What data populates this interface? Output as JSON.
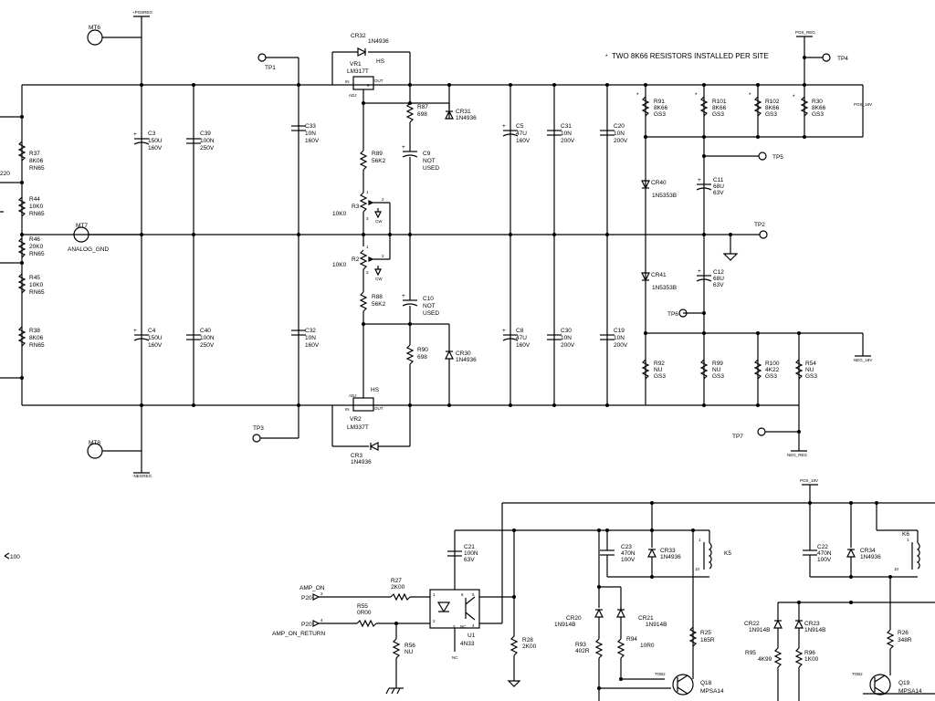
{
  "note": "TWO 8K66 RESISTORS INSTALLED PER SITE",
  "note_mark": "*",
  "pins": [
    {
      "id": "pin-tp1",
      "label": "TP1"
    },
    {
      "id": "pin-tp2",
      "label": "TP2"
    },
    {
      "id": "pin-tp3",
      "label": "TP3"
    },
    {
      "id": "pin-tp4",
      "label": "TP4"
    },
    {
      "id": "pin-tp5",
      "label": "TP5"
    },
    {
      "id": "pin-tp6",
      "label": "TP6"
    },
    {
      "id": "pin-tp7",
      "label": "TP7"
    },
    {
      "id": "pin-mt6",
      "label": "MT6"
    },
    {
      "id": "pin-mt7",
      "label": "MT7"
    },
    {
      "id": "pin-mt8",
      "label": "MT8"
    }
  ],
  "nets": {
    "analog_gnd": "ANALOG_GND",
    "posreg": "+POSREG",
    "negreg": "-NEGREG",
    "pos_reg": "POS_REG",
    "neg_reg": "NEG_REG",
    "pos_18v_a": "POS_18V",
    "pos_18v_b": "POS_18V",
    "neg_18v": "NEG_18V",
    "amp_on": "AMP_ON",
    "amp_on_return": "AMP_ON_RETURN",
    "p20_a": "P20",
    "p20_b": "P20",
    "left_220": "220",
    "left_100": "100",
    "nc": "NC"
  },
  "regulators": [
    {
      "ref": "VR1",
      "part": "LM317T",
      "hs": "HS",
      "adj": "ADJ",
      "in": "IN",
      "out": "OUT",
      "pin2": "2",
      "pin3": "3",
      "pin1": "1"
    },
    {
      "ref": "VR2",
      "part": "LM337T",
      "hs": "HS",
      "adj": "ADJ",
      "in": "IN",
      "out": "OUT",
      "pin2": "2",
      "pin3": "3",
      "pin1": "1"
    }
  ],
  "components": {
    "R37": [
      "R37",
      "8K06",
      "RN65"
    ],
    "R44": [
      "R44",
      "10K0",
      "RN65"
    ],
    "R46": [
      "R46",
      "20K0",
      "RN65"
    ],
    "R45": [
      "R45",
      "10K0",
      "RN65"
    ],
    "R38": [
      "R38",
      "8K06",
      "RN65"
    ],
    "C3": [
      "C3",
      "150U",
      "160V"
    ],
    "C4": [
      "C4",
      "150U",
      "160V"
    ],
    "C39": [
      "C39",
      "100N",
      "250V"
    ],
    "C40": [
      "C40",
      "100N",
      "250V"
    ],
    "C33": [
      "C33",
      "10N",
      "160V"
    ],
    "C32": [
      "C32",
      "10N",
      "160V"
    ],
    "CR32": [
      "CR32",
      "1N4936"
    ],
    "CR3": [
      "CR3",
      "1N4936"
    ],
    "R87": [
      "R87",
      "698"
    ],
    "R90": [
      "R90",
      "698"
    ],
    "CR31": [
      "CR31",
      "1N4936"
    ],
    "CR30": [
      "CR30",
      "1N4936"
    ],
    "R89": [
      "R89",
      "56K2"
    ],
    "R88": [
      "R88",
      "56K2"
    ],
    "C9": [
      "C9",
      "NOT",
      "USED"
    ],
    "C10": [
      "C10",
      "NOT",
      "USED"
    ],
    "R3": [
      "R3",
      "10K0"
    ],
    "R2": [
      "R2",
      "10K0"
    ],
    "C5": [
      "C5",
      "47U",
      "160V"
    ],
    "C8": [
      "C8",
      "47U",
      "160V"
    ],
    "C31": [
      "C31",
      "10N",
      "200V"
    ],
    "C30": [
      "C30",
      "10N",
      "200V"
    ],
    "C20": [
      "C20",
      "10N",
      "200V"
    ],
    "C19": [
      "C19",
      "10N",
      "200V"
    ],
    "R91": [
      "R91",
      "8K66",
      "GS3"
    ],
    "R101": [
      "R101",
      "8K66",
      "GS3"
    ],
    "R102": [
      "R102",
      "8K66",
      "GS3"
    ],
    "R30": [
      "R30",
      "8K66",
      "GS3"
    ],
    "CR40": [
      "CR40",
      "1N5353B"
    ],
    "CR41": [
      "CR41",
      "1N5353B"
    ],
    "C11": [
      "C11",
      "68U",
      "63V"
    ],
    "C12": [
      "C12",
      "68U",
      "63V"
    ],
    "R92": [
      "R92",
      "NU",
      "GS3"
    ],
    "R99": [
      "R99",
      "NU",
      "GS3"
    ],
    "R100": [
      "R100",
      "4K22",
      "GS3"
    ],
    "R54": [
      "R54",
      "NU",
      "GS3"
    ],
    "C21": [
      "C21",
      "100N",
      "63V"
    ],
    "R27": [
      "R27",
      "2K00"
    ],
    "R55": [
      "R55",
      "0R00"
    ],
    "R56": [
      "R56",
      "NU"
    ],
    "U1": [
      "U1",
      "4N33"
    ],
    "R28": [
      "R28",
      "2K00"
    ],
    "C23": [
      "C23",
      "470N",
      "100V"
    ],
    "CR33": [
      "CR33",
      "1N4936"
    ],
    "K5": [
      "K5"
    ],
    "CR20": [
      "CR20",
      "1N914B"
    ],
    "CR21": [
      "CR21",
      "1N914B"
    ],
    "R93": [
      "R93",
      "402R"
    ],
    "R94": [
      "R94",
      "10R0"
    ],
    "R25": [
      "R25",
      "165R"
    ],
    "Q18": [
      "Q18",
      "MPSA14"
    ],
    "C22": [
      "C22",
      "470N",
      "100V"
    ],
    "CR34": [
      "CR34",
      "1N4936"
    ],
    "K6": [
      "K6"
    ],
    "CR22": [
      "CR22",
      "1N914B"
    ],
    "CR23": [
      "CR23",
      "1N914B"
    ],
    "R95": [
      "R95",
      "4K99"
    ],
    "R96": [
      "R96",
      "1K00"
    ],
    "R26": [
      "R26",
      "348R"
    ],
    "Q19": [
      "Q19",
      "MPSA14"
    ]
  },
  "pin_numbers": {
    "one": "1",
    "two": "2",
    "three": "3",
    "four": "4",
    "five": "5",
    "six": "6",
    "ten": "10"
  },
  "small_labels": {
    "tob2a": "TOB2",
    "tob2b": "TOB2",
    "cw_a": "CW",
    "cw_b": "CW",
    "plus": "+"
  }
}
